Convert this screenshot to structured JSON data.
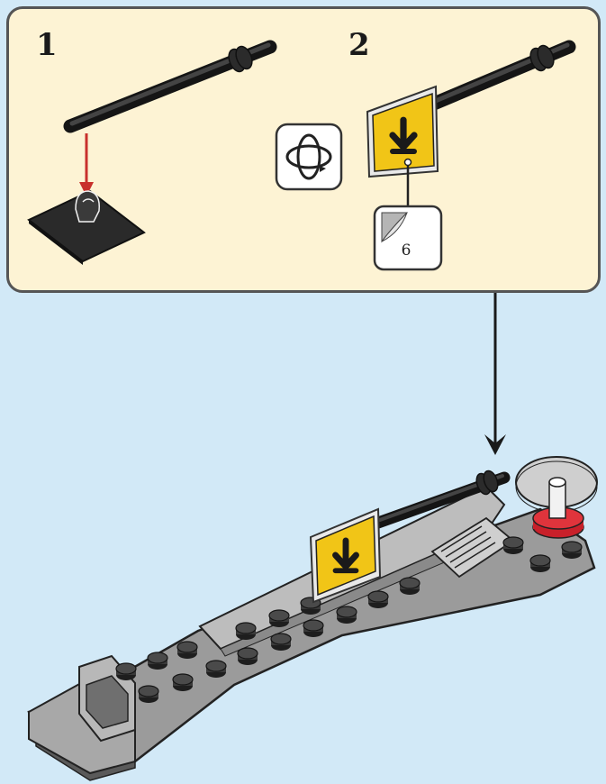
{
  "steps": [
    {
      "number": "1"
    },
    {
      "number": "2"
    }
  ],
  "sticker": {
    "number": "6"
  },
  "icons": {
    "rotate": "rotate-model-icon",
    "sticker": "sticker-sheet-icon",
    "sign": "down-arrow-sign-icon"
  },
  "colors": {
    "panel_background": "#fdf3d4",
    "page_background": "#d2e9f7",
    "sign_yellow": "#f1c517",
    "placement_arrow": "#c8302c",
    "brick_gray": "#9a9a9a",
    "bar_black": "#2b2b2b",
    "accent_red": "#c8202a"
  }
}
